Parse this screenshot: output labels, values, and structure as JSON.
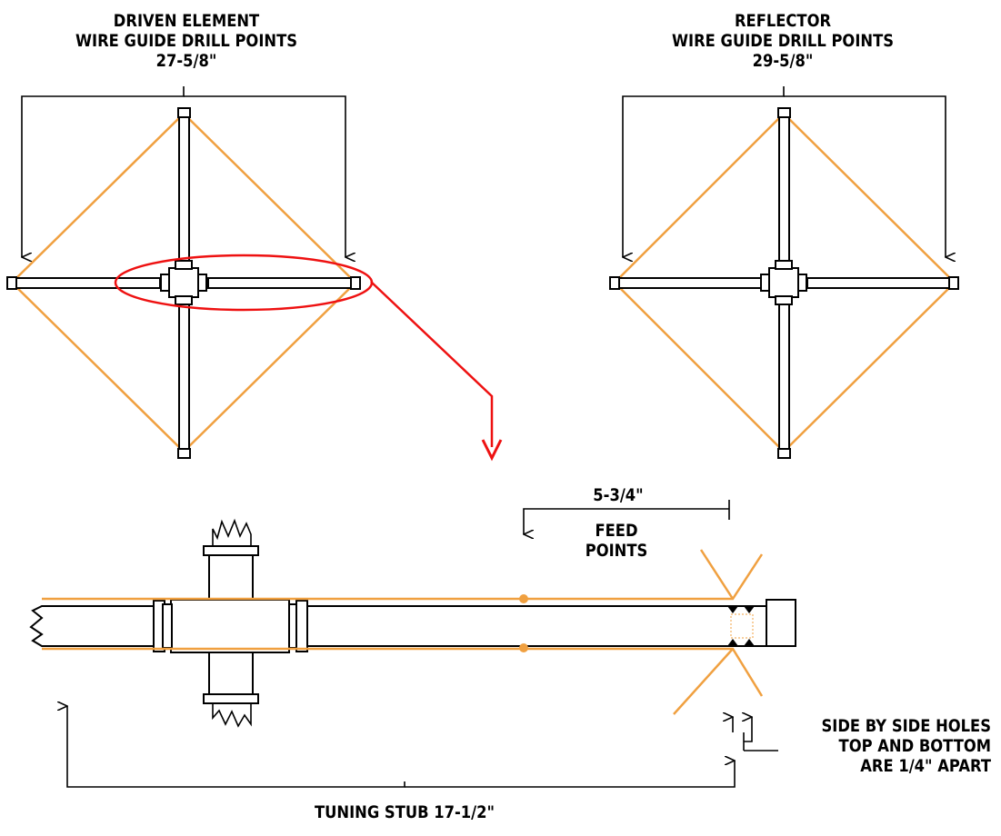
{
  "driven": {
    "title_line1": "DRIVEN ELEMENT",
    "title_line2": "WIRE GUIDE DRILL POINTS",
    "measurement": "27-5/8\""
  },
  "reflector": {
    "title_line1": "REFLECTOR",
    "title_line2": "WIRE GUIDE DRILL POINTS",
    "measurement": "29-5/8\""
  },
  "feed": {
    "measurement": "5-3/4\"",
    "label_line1": "FEED",
    "label_line2": "POINTS"
  },
  "holes_note": {
    "line1": "SIDE BY SIDE HOLES",
    "line2": "TOP AND BOTTOM",
    "line3": "ARE 1/4\" APART"
  },
  "tuning_stub": {
    "label": "TUNING STUB 17-1/2\""
  },
  "colors": {
    "wire": "#f0a040",
    "highlight": "#ee1111",
    "line": "#000000",
    "background": "#ffffff"
  }
}
